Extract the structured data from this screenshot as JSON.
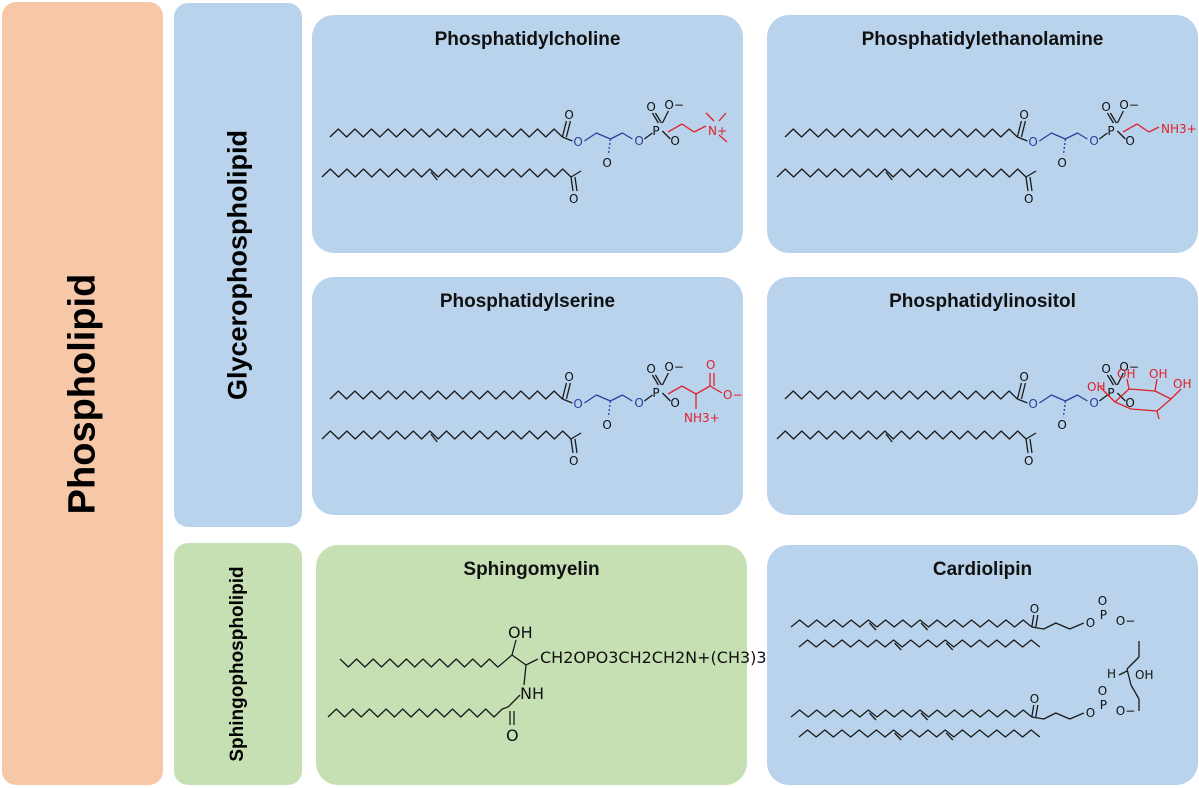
{
  "root": {
    "label": "Phospholipid"
  },
  "categories": {
    "glycero": {
      "label": "Glycerophospholipid"
    },
    "sphingo": {
      "label": "Sphingophospholipid"
    }
  },
  "molecules": {
    "pc": {
      "title": "Phosphatidylcholine",
      "headgroup": "N+"
    },
    "pe": {
      "title": "Phosphatidylethanolamine",
      "headgroup": "NH3+"
    },
    "ps": {
      "title": "Phosphatidylserine",
      "headgroup_amine": "NH3+",
      "headgroup_acid": "O−"
    },
    "pi": {
      "title": "Phosphatidylinositol",
      "headgroup": "OH"
    },
    "sm": {
      "title": "Sphingomyelin",
      "head_formula": "CH2OPO3CH2CH2N+(CH3)3",
      "oh_label": "OH",
      "nh_label": "NH",
      "o_label": "O"
    },
    "cl": {
      "title": "Cardiolipin",
      "h_label": "H",
      "oh_label": "OH"
    }
  },
  "atoms": {
    "O": "O",
    "P": "P",
    "Ominus": "O−",
    "Plus": "+"
  },
  "colors": {
    "root": "#f7c8a8",
    "glycero": "#b9d3ec",
    "sphingo": "#c6e0b4",
    "headgroup": "#e0202a",
    "glycerol": "#2a3ea0"
  }
}
